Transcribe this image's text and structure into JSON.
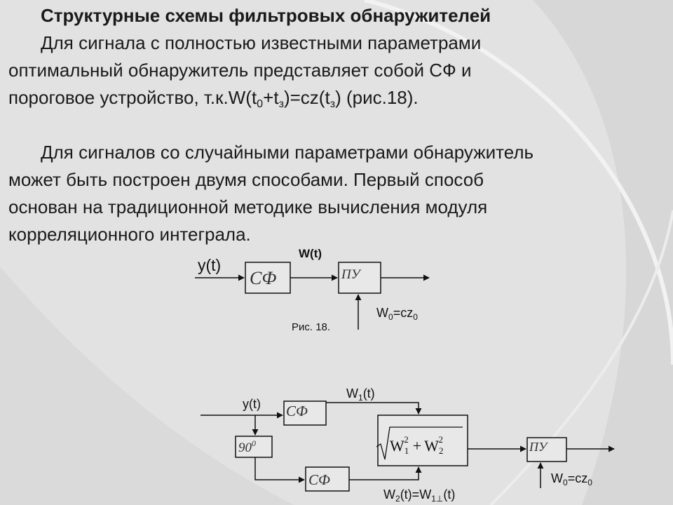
{
  "slide": {
    "title": "Структурные схемы фильтровых обнаружителей",
    "p1_line1": "Для сигнала с полностью известными параметрами",
    "p1_line2": "оптимальный обнаружитель представляет собой СФ и",
    "p1_line3_a": "пороговое устройство, т.к.W(t",
    "p1_line3_sub1": "0",
    "p1_line3_b": "+t",
    "p1_line3_sub2": "з",
    "p1_line3_c": ")=cz(t",
    "p1_line3_sub3": "з",
    "p1_line3_d": ") (рис.18).",
    "p2_line1": "Для сигналов со случайными параметрами обнаружитель",
    "p2_line2": "может быть построен двумя способами. Первый способ",
    "p2_line3": "основан на традиционной методике вычисления модуля",
    "p2_line4": "корреляционного интеграла."
  },
  "diagram1": {
    "input_label": "y(t)",
    "sf_label": "СФ",
    "pu_label": "ПУ",
    "w_label": "W(t)",
    "threshold_a": "W",
    "threshold_sub1": "0",
    "threshold_b": "=cz",
    "threshold_sub2": "0",
    "caption": "Рис. 18."
  },
  "diagram2": {
    "input_label": "y(t)",
    "sf_top_label": "СФ",
    "sf_bottom_label": "СФ",
    "phase_label": "90",
    "phase_sup": "0",
    "pu_label": "ПУ",
    "w1_a": "W",
    "w1_sub": "1",
    "w1_b": "(t)",
    "w2_a": "W",
    "w2_sub": "2",
    "w2_b": "(t)=W",
    "w2_sub2": "1⊥",
    "w2_c": "(t)",
    "formula_w": "W",
    "formula_sub1": "1",
    "formula_sup1": "2",
    "formula_plus": "+",
    "formula_sub2": "2",
    "formula_sup2": "2",
    "threshold_a": "W",
    "threshold_sub1": "0",
    "threshold_b": "=cz",
    "threshold_sub2": "0"
  }
}
